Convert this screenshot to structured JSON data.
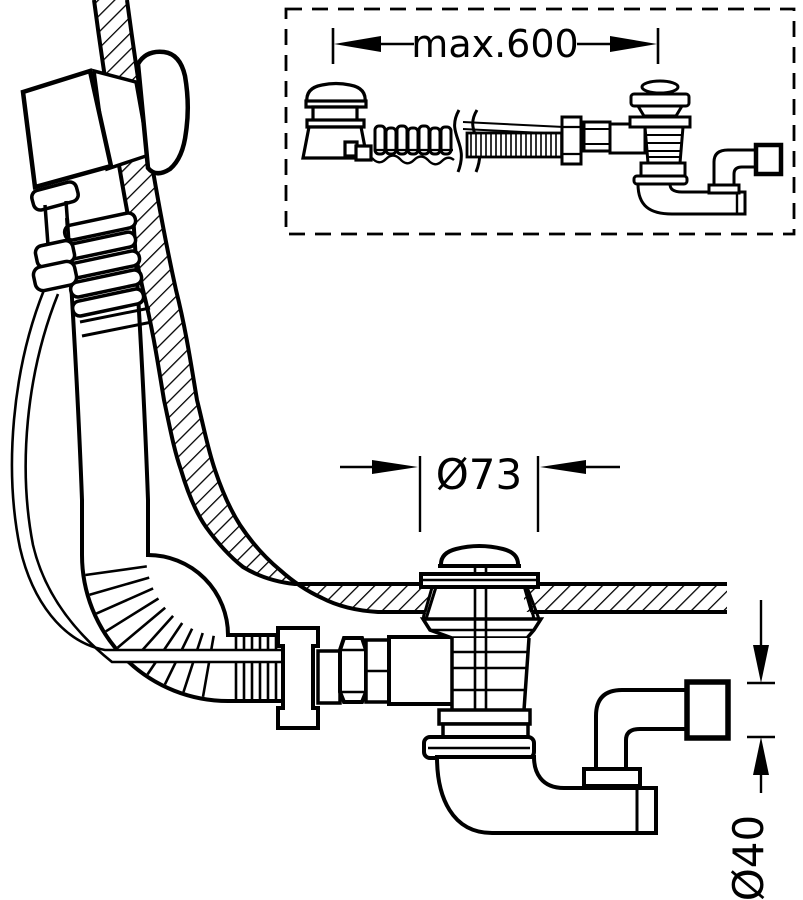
{
  "drawing": {
    "type": "technical-line-drawing",
    "subject": "bathtub-waste-overflow-assembly"
  },
  "dimensions": {
    "max_length": "max.600",
    "drain_diameter": "Ø73",
    "outlet_diameter": "Ø40"
  },
  "colors": {
    "line": "#000000",
    "background": "#ffffff"
  }
}
